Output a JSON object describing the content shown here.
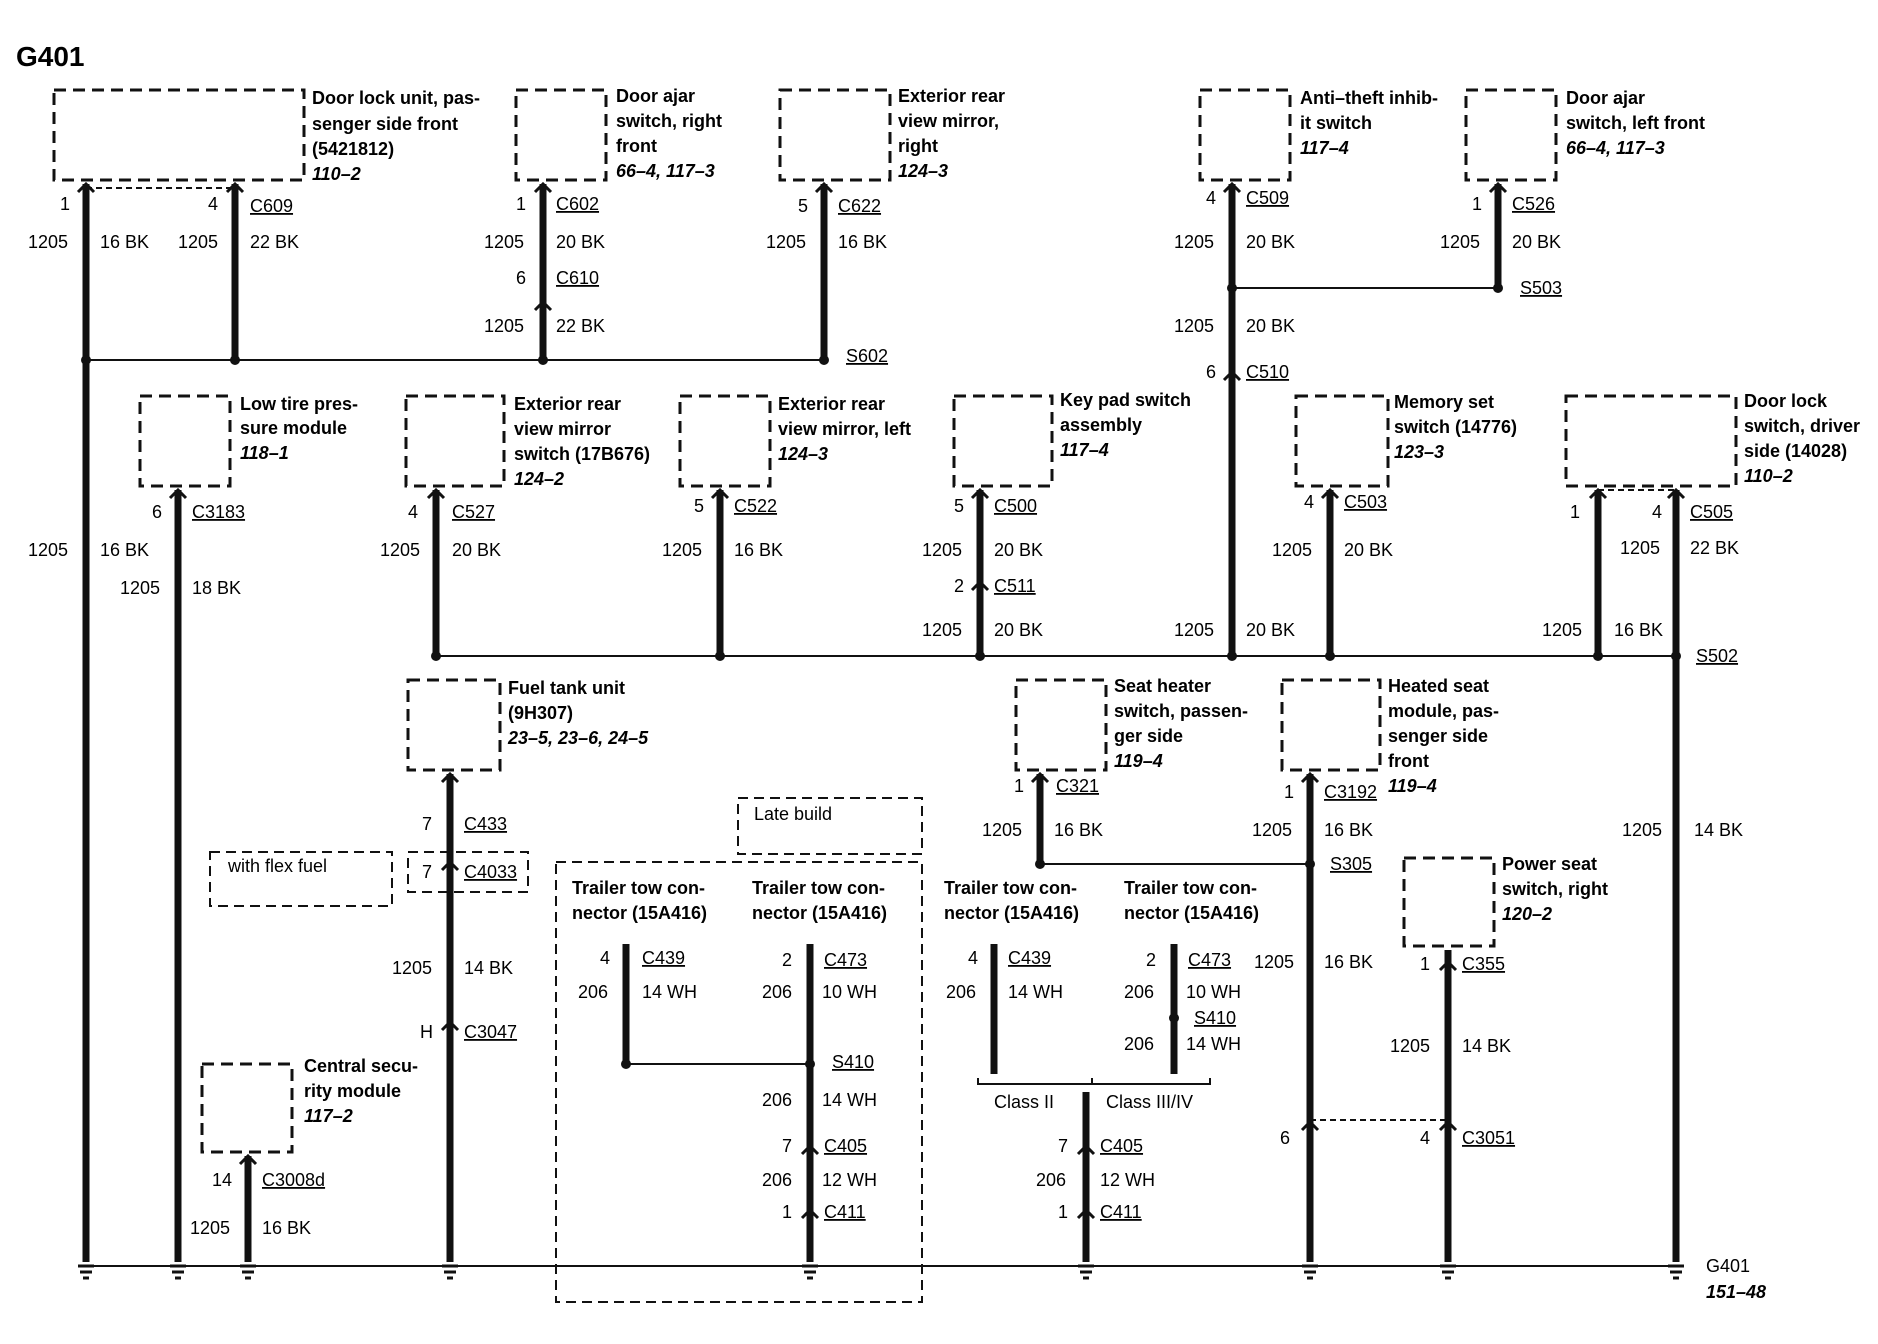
{
  "title": "G401",
  "components": {
    "door_lock_pass": [
      "Door lock unit, pas-",
      "senger side front",
      "(5421812)",
      "110–2"
    ],
    "door_ajar_right": [
      "Door ajar",
      "switch, right",
      "front",
      "66–4, 117–3"
    ],
    "mirror_right": [
      "Exterior rear",
      "view mirror,",
      "right",
      "124–3"
    ],
    "anti_theft": [
      "Anti–theft inhib-",
      "it switch",
      "117–4"
    ],
    "door_ajar_left": [
      "Door ajar",
      "switch, left front",
      "66–4, 117–3"
    ],
    "low_tire": [
      "Low tire pres-",
      "sure module",
      "118–1"
    ],
    "mirror_switch": [
      "Exterior rear",
      "view mirror",
      "switch (17B676)",
      "124–2"
    ],
    "mirror_left": [
      "Exterior rear",
      "view mirror, left",
      "124–3"
    ],
    "keypad": [
      "Key pad switch",
      "assembly",
      "117–4"
    ],
    "memory_set": [
      "Memory set",
      "switch (14776)",
      "123–3"
    ],
    "door_lock_driver": [
      "Door lock",
      "switch, driver",
      "side (14028)",
      "110–2"
    ],
    "fuel_tank": [
      "Fuel tank unit",
      "(9H307)",
      "23–5, 23–6, 24–5"
    ],
    "seat_heater": [
      "Seat heater",
      "switch, passen-",
      "ger side",
      "119–4"
    ],
    "heated_seat": [
      "Heated seat",
      "module, pas-",
      "senger side",
      "front",
      "119–4"
    ],
    "power_seat": [
      "Power seat",
      "switch, right",
      "120–2"
    ],
    "central_security": [
      "Central secu-",
      "rity module",
      "117–2"
    ],
    "trailer_1": [
      "Trailer tow con-",
      "nector (15A416)"
    ],
    "trailer_2": [
      "Trailer tow con-",
      "nector (15A416)"
    ],
    "trailer_3": [
      "Trailer tow con-",
      "nector (15A416)"
    ],
    "trailer_4": [
      "Trailer tow con-",
      "nector (15A416)"
    ]
  },
  "notes": {
    "late_build": "Late build",
    "flex_fuel": "with flex fuel",
    "class_ii": "Class II",
    "class_iii_iv": "Class III/IV"
  },
  "splices": {
    "s602": "S602",
    "s503": "S503",
    "s502": "S502",
    "s305": "S305",
    "s410a": "S410",
    "s410b": "S410"
  },
  "ground": {
    "name": "G401",
    "ref": "151–48"
  },
  "wire_labels": [
    {
      "pin": "1",
      "circuit": "1205",
      "gauge": "16 BK"
    },
    {
      "pin": "4",
      "connector": "C609",
      "circuit": "1205",
      "gauge": "22 BK"
    },
    {
      "pin": "1",
      "connector": "C602",
      "circuit": "1205",
      "gauge": "20 BK"
    },
    {
      "pin": "6",
      "connector": "C610",
      "circuit": "1205",
      "gauge": "22 BK"
    },
    {
      "pin": "5",
      "connector": "C622",
      "circuit": "1205",
      "gauge": "16 BK"
    },
    {
      "pin": "4",
      "connector": "C509",
      "circuit": "1205",
      "gauge": "20 BK"
    },
    {
      "pin": "1",
      "connector": "C526",
      "circuit": "1205",
      "gauge": "20 BK"
    },
    {
      "pin": "6",
      "connector": "C510",
      "circuit": "1205",
      "gauge": "20 BK"
    },
    {
      "circuit": "1205",
      "gauge": "16 BK"
    },
    {
      "pin": "6",
      "connector": "C3183",
      "circuit": "1205",
      "gauge": "18 BK"
    },
    {
      "pin": "4",
      "connector": "C527",
      "circuit": "1205",
      "gauge": "20 BK"
    },
    {
      "pin": "5",
      "connector": "C522",
      "circuit": "1205",
      "gauge": "16 BK"
    },
    {
      "pin": "5",
      "connector": "C500",
      "circuit": "1205",
      "gauge": "20 BK"
    },
    {
      "pin": "2",
      "connector": "C511",
      "circuit": "1205",
      "gauge": "20 BK"
    },
    {
      "circuit": "1205",
      "gauge": "20 BK"
    },
    {
      "pin": "4",
      "connector": "C503",
      "circuit": "1205",
      "gauge": "20 BK"
    },
    {
      "pin": "1"
    },
    {
      "pin": "4",
      "connector": "C505",
      "circuit": "1205",
      "gauge": "22 BK"
    },
    {
      "circuit": "1205",
      "gauge": "16 BK"
    },
    {
      "pin": "7",
      "connector": "C433"
    },
    {
      "pin": "7",
      "connector": "C4033"
    },
    {
      "circuit": "1205",
      "gauge": "14 BK"
    },
    {
      "pin": "H",
      "connector": "C3047"
    },
    {
      "pin": "1",
      "connector": "C321",
      "circuit": "1205",
      "gauge": "16 BK"
    },
    {
      "pin": "1",
      "connector": "C3192",
      "circuit": "1205",
      "gauge": "16 BK"
    },
    {
      "circuit": "1205",
      "gauge": "14 BK"
    },
    {
      "pin": "4",
      "connector": "C439",
      "circuit": "206",
      "gauge": "14 WH"
    },
    {
      "pin": "2",
      "connector": "C473",
      "circuit": "206",
      "gauge": "10 WH"
    },
    {
      "circuit": "206",
      "gauge": "14 WH"
    },
    {
      "pin": "7",
      "connector": "C405",
      "circuit": "206",
      "gauge": "12 WH"
    },
    {
      "pin": "1",
      "connector": "C411"
    },
    {
      "pin": "4",
      "connector": "C439",
      "circuit": "206",
      "gauge": "14 WH"
    },
    {
      "pin": "2",
      "connector": "C473",
      "circuit": "206",
      "gauge": "10 WH"
    },
    {
      "circuit": "206",
      "gauge": "14 WH"
    },
    {
      "pin": "7",
      "connector": "C405",
      "circuit": "206",
      "gauge": "12 WH"
    },
    {
      "pin": "1",
      "connector": "C411"
    },
    {
      "circuit": "1205",
      "gauge": "16 BK"
    },
    {
      "pin": "1",
      "connector": "C355",
      "circuit": "1205",
      "gauge": "14 BK"
    },
    {
      "pin": "6"
    },
    {
      "pin": "4",
      "connector": "C3051"
    },
    {
      "pin": "14",
      "connector": "C3008d",
      "circuit": "1205",
      "gauge": "16 BK"
    }
  ]
}
